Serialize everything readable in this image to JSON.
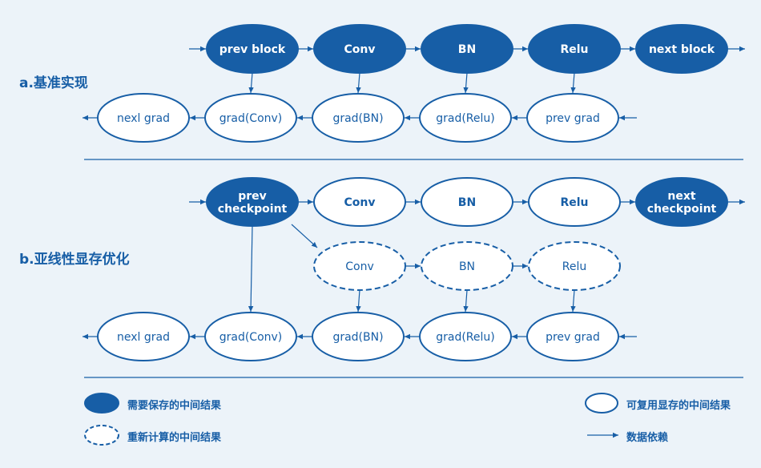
{
  "colors": {
    "primary": "#175ea6",
    "background": "#ecf3f9",
    "node_fill": "#ffffff"
  },
  "section_a": {
    "label": "a.基准实现",
    "forward": [
      "prev block",
      "Conv",
      "BN",
      "Relu",
      "next block"
    ],
    "backward": [
      "nexl grad",
      "grad(Conv)",
      "grad(BN)",
      "grad(Relu)",
      "prev grad"
    ]
  },
  "section_b": {
    "label": "b.亚线性显存优化",
    "forward": [
      "prev|checkpoint",
      "Conv",
      "BN",
      "Relu",
      "next|checkpoint"
    ],
    "recompute": [
      "Conv",
      "BN",
      "Relu"
    ],
    "backward": [
      "nexl grad",
      "grad(Conv)",
      "grad(BN)",
      "grad(Relu)",
      "prev grad"
    ]
  },
  "legend": {
    "saved": "需要保存的中间结果",
    "reusable": "可复用显存的中间结果",
    "recompute": "重新计算的中间结果",
    "dependency": "数据依赖"
  }
}
